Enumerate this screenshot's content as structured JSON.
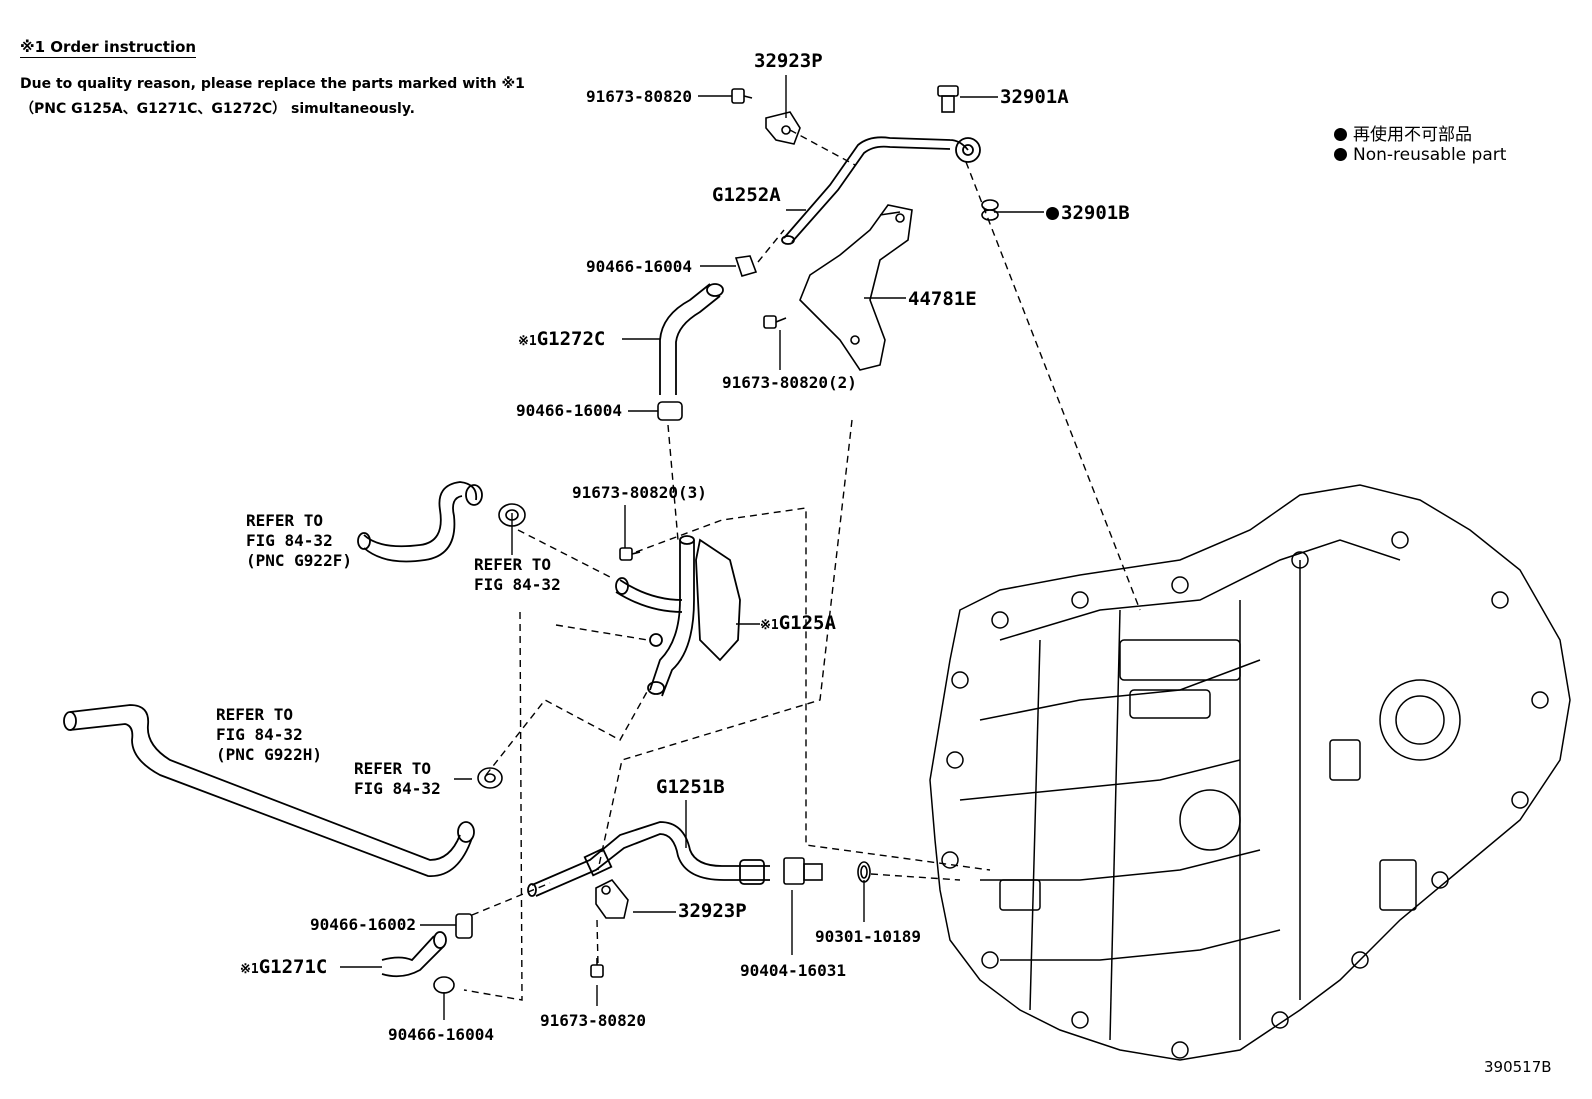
{
  "instructions": {
    "title": "※1 Order instruction",
    "line1": "Due to quality reason, please replace the parts marked with ※1",
    "line2": "（PNC G125A、G1271C、G1272C） simultaneously."
  },
  "legend": {
    "japanese": "再使用不可部品",
    "english": "Non-reusable part"
  },
  "parts": {
    "p32923P_top": "32923P",
    "p91673_80820_top": "91673-80820",
    "p32901A": "32901A",
    "p32901B": "32901B",
    "pG1252A": "G1252A",
    "p90466_16004_a": "90466-16004",
    "p44781E": "44781E",
    "pG1272C": "G1272C",
    "p91673_80820_2": "91673-80820(2)",
    "p90466_16004_b": "90466-16004",
    "p91673_80820_3": "91673-80820(3)",
    "pG125A": "G125A",
    "pG1251B": "G1251B",
    "p32923P_bottom": "32923P",
    "p90466_16002": "90466-16002",
    "pG1271C": "G1271C",
    "p90466_16004_c": "90466-16004",
    "p91673_80820_bottom": "91673-80820",
    "p90404_16031": "90404-16031",
    "p90301_10189": "90301-10189"
  },
  "asterisk_mark": "※1",
  "refer": {
    "r1_l1": "REFER TO",
    "r1_l2": "FIG 84-32",
    "r1_l3": "(PNC G922F)",
    "r2_l1": "REFER TO",
    "r2_l2": "FIG 84-32",
    "r3_l1": "REFER TO",
    "r3_l2": "FIG 84-32",
    "r3_l3": "(PNC G922H)",
    "r4_l1": "REFER TO",
    "r4_l2": "FIG 84-32"
  },
  "illustration_id": "390517B"
}
